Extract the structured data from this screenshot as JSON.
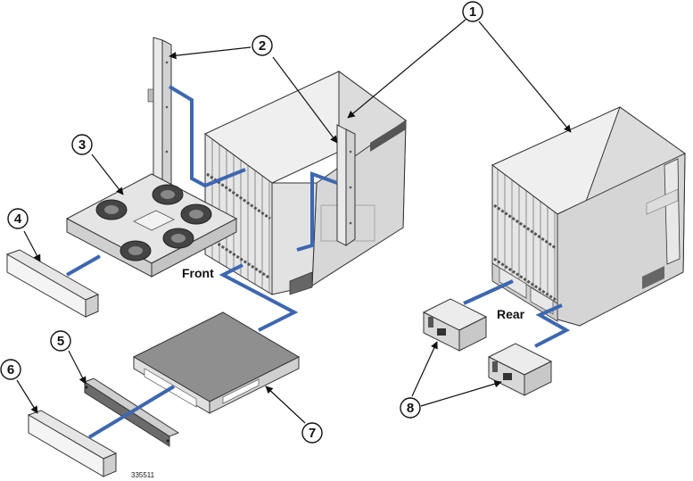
{
  "figure": {
    "figure_id": "335511",
    "labels": {
      "front": "Front",
      "rear": "Rear"
    },
    "callouts": [
      "1",
      "2",
      "3",
      "4",
      "5",
      "6",
      "7",
      "8"
    ]
  },
  "colors": {
    "connector_line": "#3d67b1",
    "outline": "#333333",
    "panel_light": "#efefef",
    "panel_mid": "#dcdcdc",
    "panel_dark": "#bcbcbc",
    "fan_dark": "#444444"
  }
}
